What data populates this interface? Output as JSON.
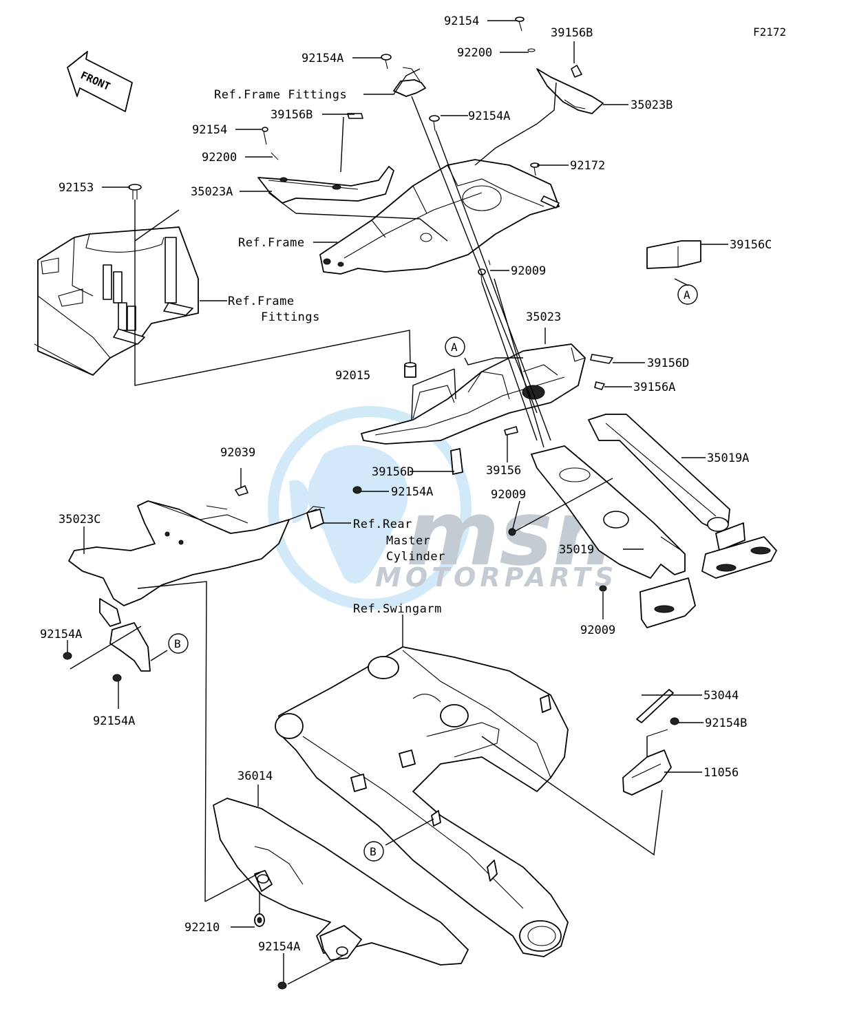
{
  "diagram": {
    "code": "F2172",
    "front_label": "FRONT",
    "watermark": {
      "brand": "msm",
      "tagline": "MOTORPARTS",
      "color_main": "#bcc3cc",
      "color_globe": "#c9e6f7"
    },
    "parts": [
      {
        "id": "p1",
        "label": "92154"
      },
      {
        "id": "p2",
        "label": "39156B"
      },
      {
        "id": "p3",
        "label": "92154A"
      },
      {
        "id": "p4",
        "label": "92200"
      },
      {
        "id": "p5",
        "label": "35023B"
      },
      {
        "id": "p6",
        "label": "39156B"
      },
      {
        "id": "p7",
        "label": "92154A"
      },
      {
        "id": "p8",
        "label": "92154"
      },
      {
        "id": "p9",
        "label": "92200"
      },
      {
        "id": "p10",
        "label": "92172"
      },
      {
        "id": "p11",
        "label": "92153"
      },
      {
        "id": "p12",
        "label": "35023A"
      },
      {
        "id": "p13",
        "label": "39156C"
      },
      {
        "id": "p14",
        "label": "92009"
      },
      {
        "id": "p15",
        "label": "35023"
      },
      {
        "id": "p16",
        "label": "39156D"
      },
      {
        "id": "p17",
        "label": "92015"
      },
      {
        "id": "p18",
        "label": "39156A"
      },
      {
        "id": "p19",
        "label": "35019A"
      },
      {
        "id": "p20",
        "label": "92039"
      },
      {
        "id": "p21",
        "label": "39156D"
      },
      {
        "id": "p22",
        "label": "39156"
      },
      {
        "id": "p23",
        "label": "92154A"
      },
      {
        "id": "p24",
        "label": "35023C"
      },
      {
        "id": "p25",
        "label": "92009"
      },
      {
        "id": "p26",
        "label": "35019"
      },
      {
        "id": "p27",
        "label": "92009"
      },
      {
        "id": "p28",
        "label": "92154A"
      },
      {
        "id": "p29",
        "label": "92154A"
      },
      {
        "id": "p30",
        "label": "53044"
      },
      {
        "id": "p31",
        "label": "92154B"
      },
      {
        "id": "p32",
        "label": "11056"
      },
      {
        "id": "p33",
        "label": "36014"
      },
      {
        "id": "p34",
        "label": "92210"
      },
      {
        "id": "p35",
        "label": "92154A"
      }
    ],
    "refs": {
      "frame_fittings_top": "Ref.Frame Fittings",
      "frame": "Ref.Frame",
      "frame_fittings_left_1": "Ref.Frame",
      "frame_fittings_left_2": "Fittings",
      "rear_master_1": "Ref.Rear",
      "rear_master_2": "Master",
      "rear_master_3": "Cylinder",
      "swingarm": "Ref.Swingarm"
    },
    "callouts": {
      "a1": "A",
      "a2": "A",
      "b1": "B",
      "b2": "B"
    }
  }
}
